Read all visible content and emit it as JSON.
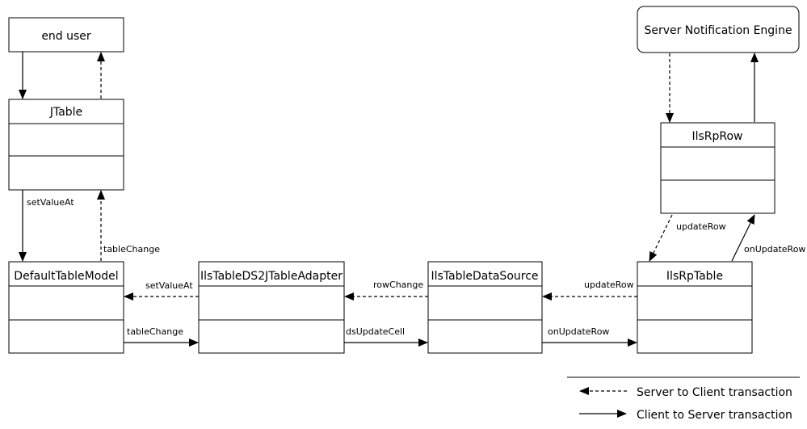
{
  "boxes": {
    "end_user": "end user",
    "jtable": "JTable",
    "default_table_model": "DefaultTableModel",
    "adapter": "IlsTableDS2JTableAdapter",
    "data_source": "IlsTableDataSource",
    "rp_table": "IlsRpTable",
    "rp_row": "IlsRpRow",
    "engine": "Server Notification Engine"
  },
  "labels": {
    "setvalueat_down": "setValueAt",
    "tablechange_up": "tableChange",
    "setvalueat_left": "setValueAt",
    "tablechange_right": "tableChange",
    "rowchange": "rowChange",
    "dsupdatecell": "dsUpdateCell",
    "updaterow_left": "updateRow",
    "onupdaterow_right": "onUpdateRow",
    "updaterow_down": "updateRow",
    "onupdaterow_up": "onUpdateRow"
  },
  "legend": {
    "server_to_client": "Server to Client transaction",
    "client_to_server": "Client to Server transaction"
  }
}
